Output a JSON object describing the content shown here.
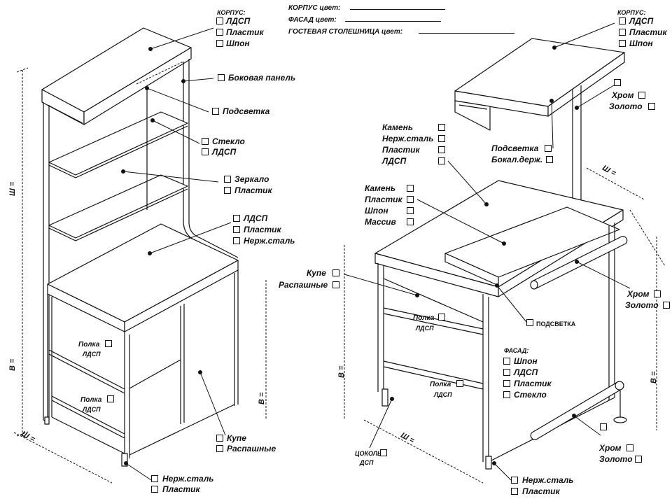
{
  "header": {
    "corpus_color": "КОРПУС цвет:",
    "facade_color": "ФАСАД цвет:",
    "counter_color": "ГОСТЕВАЯ СТОЛЕШНИЦА цвет:"
  },
  "left": {
    "korpus_caption": "КОРПУС:",
    "korpus": [
      "ЛДСП",
      "Пластик",
      "Шпон"
    ],
    "side_panel": "Боковая панель",
    "backlight": "Подсветка",
    "glass_group": [
      "Стекло",
      "ЛДСП"
    ],
    "mirror_group": [
      "Зеркало",
      "Пластик"
    ],
    "worktop_group": [
      "ЛДСП",
      "Пластик",
      "Нерж.сталь"
    ],
    "shelf1": [
      "Полка",
      "ЛДСП"
    ],
    "shelf2": [
      "Полка",
      "ЛДСП"
    ],
    "doors": [
      "Купе",
      "Распашные"
    ],
    "legs": [
      "Нерж.сталь",
      "Пластик"
    ],
    "dim_w": "Ш =",
    "dim_h": "В =",
    "dim_h2": "В =",
    "dim_w2": "Ш ="
  },
  "right": {
    "korpus_caption": "КОРПУС:",
    "korpus": [
      "ЛДСП",
      "Пластик",
      "Шпон"
    ],
    "chrome_top": [
      "Хром",
      "Золото"
    ],
    "backlight_group": [
      "Подсветка",
      "Бокал.держ."
    ],
    "top_material": [
      "Камень",
      "Нерж.сталь",
      "Пластик",
      "ЛДСП"
    ],
    "counter_material": [
      "Камень",
      "Пластик",
      "Шпон",
      "Массив"
    ],
    "doors": [
      "Купе",
      "Распашные"
    ],
    "chrome_mid": [
      "Хром",
      "Золото"
    ],
    "shelf_upper": [
      "Полка",
      "ЛДСП"
    ],
    "backlight_small": "ПОДСВЕТКА",
    "facade_caption": "ФАСАД:",
    "facade": [
      "Шпон",
      "ЛДСП",
      "Пластик",
      "Стекло"
    ],
    "shelf_lower": [
      "Полка",
      "ЛДСП"
    ],
    "plinth": [
      "ЦОКОЛЬ",
      "ДСП"
    ],
    "chrome_bot": [
      "Хром",
      "Золото"
    ],
    "legs": [
      "Нерж.сталь",
      "Пластик"
    ],
    "dim_w1": "Ш =",
    "dim_w2": "Ш =",
    "dim_h1": "В =",
    "dim_h2": "В ="
  }
}
